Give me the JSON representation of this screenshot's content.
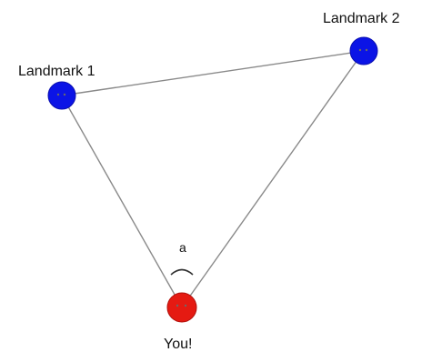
{
  "diagram": {
    "nodes": {
      "landmark1": {
        "label": "Landmark 1",
        "color": "#0b14e6"
      },
      "landmark2": {
        "label": "Landmark 2",
        "color": "#0b14e6"
      },
      "you": {
        "label": "You!",
        "color": "#e51a12"
      }
    },
    "angle_label": "a"
  }
}
